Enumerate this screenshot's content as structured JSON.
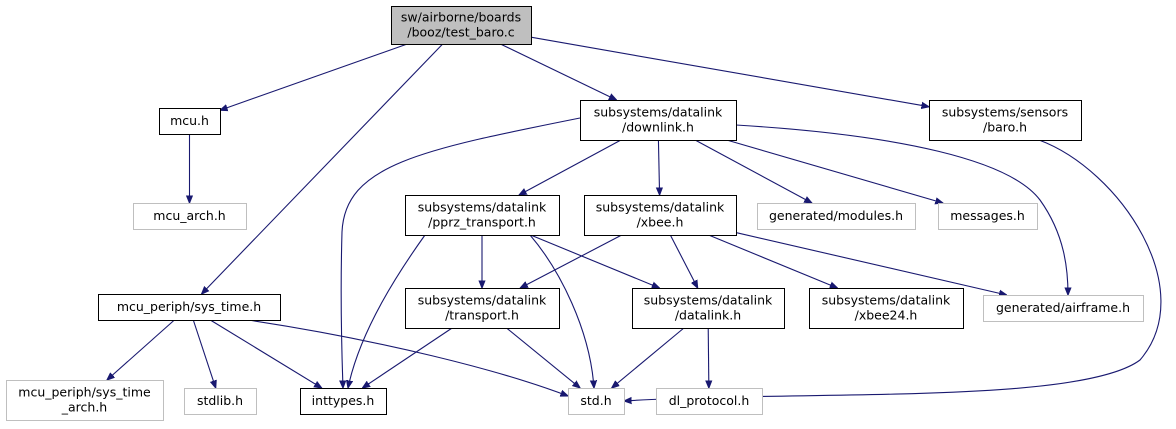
{
  "nodes": [
    {
      "id": "test_baro",
      "lines": [
        "sw/airborne/boards",
        "/booz/test_baro.c"
      ],
      "style": "root"
    },
    {
      "id": "mcu_h",
      "lines": [
        "mcu.h"
      ],
      "style": "solid"
    },
    {
      "id": "mcu_arch_h",
      "lines": [
        "mcu_arch.h"
      ],
      "style": "missing"
    },
    {
      "id": "downlink_h",
      "lines": [
        "subsystems/datalink",
        "/downlink.h"
      ],
      "style": "solid"
    },
    {
      "id": "baro_h",
      "lines": [
        "subsystems/sensors",
        "/baro.h"
      ],
      "style": "solid"
    },
    {
      "id": "pprz_transport_h",
      "lines": [
        "subsystems/datalink",
        "/pprz_transport.h"
      ],
      "style": "solid"
    },
    {
      "id": "xbee_h",
      "lines": [
        "subsystems/datalink",
        "/xbee.h"
      ],
      "style": "solid"
    },
    {
      "id": "generated_modules_h",
      "lines": [
        "generated/modules.h"
      ],
      "style": "missing"
    },
    {
      "id": "messages_h",
      "lines": [
        "messages.h"
      ],
      "style": "missing"
    },
    {
      "id": "sys_time_h",
      "lines": [
        "mcu_periph/sys_time.h"
      ],
      "style": "solid"
    },
    {
      "id": "transport_h",
      "lines": [
        "subsystems/datalink",
        "/transport.h"
      ],
      "style": "solid"
    },
    {
      "id": "datalink_h",
      "lines": [
        "subsystems/datalink",
        "/datalink.h"
      ],
      "style": "solid"
    },
    {
      "id": "xbee24_h",
      "lines": [
        "subsystems/datalink",
        "/xbee24.h"
      ],
      "style": "solid"
    },
    {
      "id": "generated_airframe_h",
      "lines": [
        "generated/airframe.h"
      ],
      "style": "missing"
    },
    {
      "id": "sys_time_arch_h",
      "lines": [
        "mcu_periph/sys_time",
        "_arch.h"
      ],
      "style": "missing"
    },
    {
      "id": "stdlib_h",
      "lines": [
        "stdlib.h"
      ],
      "style": "missing"
    },
    {
      "id": "inttypes_h",
      "lines": [
        "inttypes.h"
      ],
      "style": "solid"
    },
    {
      "id": "std_h",
      "lines": [
        "std.h"
      ],
      "style": "missing"
    },
    {
      "id": "dl_protocol_h",
      "lines": [
        "dl_protocol.h"
      ],
      "style": "missing"
    }
  ],
  "edges": [
    {
      "from": "test_baro",
      "to": "mcu_h"
    },
    {
      "from": "test_baro",
      "to": "sys_time_h"
    },
    {
      "from": "test_baro",
      "to": "downlink_h"
    },
    {
      "from": "test_baro",
      "to": "baro_h"
    },
    {
      "from": "mcu_h",
      "to": "mcu_arch_h"
    },
    {
      "from": "downlink_h",
      "to": "inttypes_h"
    },
    {
      "from": "downlink_h",
      "to": "pprz_transport_h"
    },
    {
      "from": "downlink_h",
      "to": "xbee_h"
    },
    {
      "from": "downlink_h",
      "to": "generated_modules_h"
    },
    {
      "from": "downlink_h",
      "to": "messages_h"
    },
    {
      "from": "downlink_h",
      "to": "generated_airframe_h"
    },
    {
      "from": "baro_h",
      "to": "std_h"
    },
    {
      "from": "pprz_transport_h",
      "to": "transport_h"
    },
    {
      "from": "pprz_transport_h",
      "to": "datalink_h"
    },
    {
      "from": "pprz_transport_h",
      "to": "inttypes_h"
    },
    {
      "from": "pprz_transport_h",
      "to": "std_h"
    },
    {
      "from": "xbee_h",
      "to": "transport_h"
    },
    {
      "from": "xbee_h",
      "to": "datalink_h"
    },
    {
      "from": "xbee_h",
      "to": "xbee24_h"
    },
    {
      "from": "xbee_h",
      "to": "generated_airframe_h"
    },
    {
      "from": "sys_time_h",
      "to": "sys_time_arch_h"
    },
    {
      "from": "sys_time_h",
      "to": "stdlib_h"
    },
    {
      "from": "sys_time_h",
      "to": "inttypes_h"
    },
    {
      "from": "sys_time_h",
      "to": "std_h"
    },
    {
      "from": "transport_h",
      "to": "inttypes_h"
    },
    {
      "from": "transport_h",
      "to": "std_h"
    },
    {
      "from": "datalink_h",
      "to": "std_h"
    },
    {
      "from": "datalink_h",
      "to": "dl_protocol_h"
    }
  ],
  "colors": {
    "edge": "#191970",
    "root_fill": "#bfbfbf",
    "solid_border": "#000000",
    "missing_border": "#bfbfbf",
    "text": "#000000"
  }
}
